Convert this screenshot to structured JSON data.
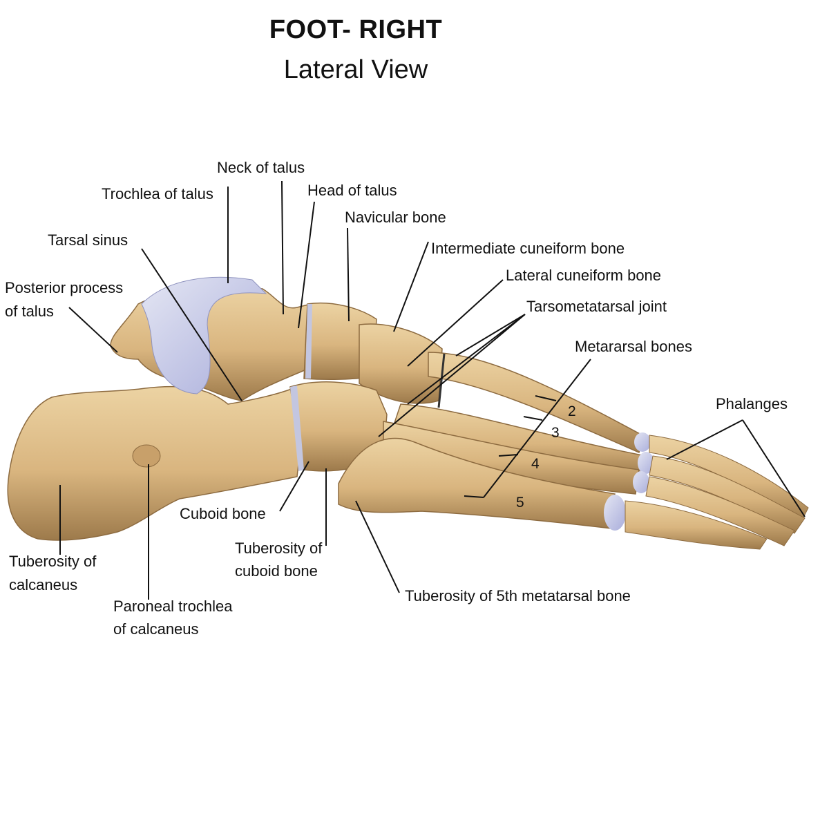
{
  "title": "FOOT- RIGHT",
  "subtitle": "Lateral View",
  "labels": {
    "neck_of_talus": "Neck of talus",
    "trochlea_of_talus": "Trochlea of talus",
    "head_of_talus": "Head of talus",
    "navicular_bone": "Navicular bone",
    "tarsal_sinus": "Tarsal sinus",
    "intermediate_cuneiform": "Intermediate cuneiform bone",
    "posterior_process_line1": "Posterior process",
    "posterior_process_line2": "of talus",
    "lateral_cuneiform": "Lateral cuneiform bone",
    "tarsometatarsal_joint": "Tarsometatarsal joint",
    "metatarsal_bones": "Metararsal bones",
    "phalanges": "Phalanges",
    "tuberosity_calcaneus_line1": "Tuberosity of",
    "tuberosity_calcaneus_line2": "calcaneus",
    "cuboid_bone": "Cuboid bone",
    "tuberosity_cuboid_line1": "Tuberosity of",
    "tuberosity_cuboid_line2": "cuboid bone",
    "tuberosity_5th_metatarsal": "Tuberosity of 5th metatarsal bone",
    "peroneal_trochlea_line1": "Paroneal trochlea",
    "peroneal_trochlea_line2": "of calcaneus"
  },
  "metatarsal_numbers": [
    "2",
    "3",
    "4",
    "5"
  ],
  "colors": {
    "bone": "#d9b57f",
    "bone_dark": "#a98453",
    "cartilage": "#c3c6e0",
    "line": "#111111"
  }
}
